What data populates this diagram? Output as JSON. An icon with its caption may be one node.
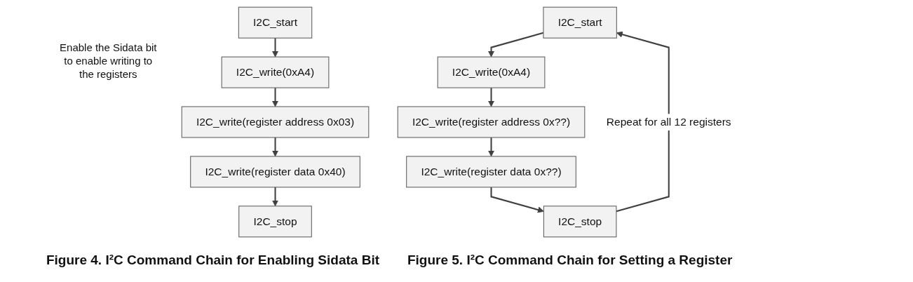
{
  "diagram": {
    "nodes": [
      {
        "text": [
          "I2C_start"
        ]
      },
      {
        "text": [
          "I2C_write(0xA4)"
        ]
      },
      {
        "text": [
          "I2C_write(register address 0x03)"
        ]
      },
      {
        "text": [
          "I2C_write(register data 0x40)"
        ]
      },
      {
        "text": [
          "I2C_stop"
        ]
      },
      {
        "text": [
          "I2C_start"
        ]
      },
      {
        "text": [
          "I2C_write(0xA4)"
        ]
      },
      {
        "text": [
          "I2C_write(register address 0x??)"
        ]
      },
      {
        "text": [
          "I2C_write(register data 0x??)"
        ]
      },
      {
        "text": [
          "I2C_stop"
        ]
      }
    ],
    "edges": [
      {
        "from": 0,
        "to": 1,
        "arrow": "to"
      },
      {
        "from": 1,
        "to": 2,
        "arrow": "to"
      },
      {
        "from": 2,
        "to": 3,
        "arrow": "to"
      },
      {
        "from": 3,
        "to": 4,
        "arrow": "to"
      },
      {
        "from": 5,
        "to": 6,
        "arrow": "to"
      },
      {
        "from": 6,
        "to": 7,
        "arrow": "to"
      },
      {
        "from": 7,
        "to": 8,
        "arrow": "to"
      },
      {
        "from": 8,
        "to": 9,
        "arrow": "to"
      },
      {
        "from": 9,
        "to": 5,
        "arrow": "to",
        "label": "Repeat for all 12 registers"
      }
    ],
    "labels": [
      "Enable the Sidata bit to enable writing to the registers",
      "Figure 4. I²C Command Chain for Enabling Sidata Bit",
      "Figure 5. I²C Command Chain for Setting a Register"
    ]
  }
}
